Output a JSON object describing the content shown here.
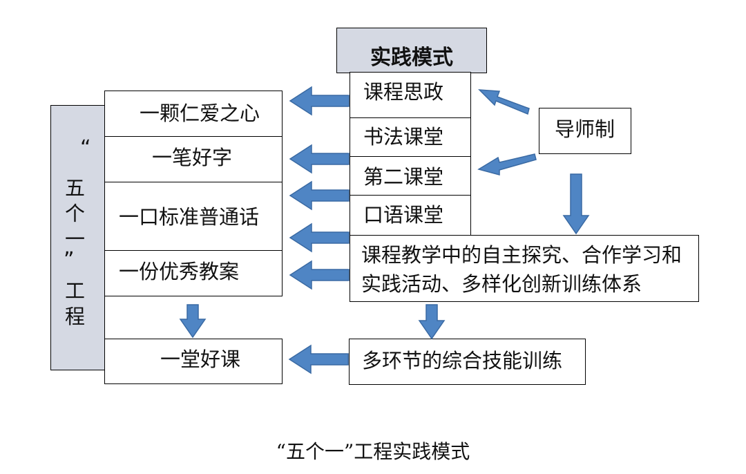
{
  "title": "实践模式",
  "left_label": {
    "q_open": "“",
    "chars": [
      "五",
      "个",
      "一"
    ],
    "q_close": "”",
    "chars2": [
      "工",
      "程"
    ]
  },
  "left_items": [
    "一颗仁爱之心",
    "一笔好字",
    "一口标准普通话",
    "一份优秀教案",
    "一堂好课"
  ],
  "mid_items": [
    "课程思政",
    "书法课堂",
    "第二课堂",
    "口语课堂"
  ],
  "mentor": "导师制",
  "system": {
    "line1": "课程教学中的自主探究、合作学习和",
    "line2": "实践活动、多样化创新训练体系"
  },
  "training": "多环节的综合技能训练",
  "caption": "“五个一”工程实践模式",
  "colors": {
    "arrow_fill": "#4f85c4",
    "arrow_stroke": "#3a6aa3",
    "label_bg": "#d5d9e3"
  }
}
